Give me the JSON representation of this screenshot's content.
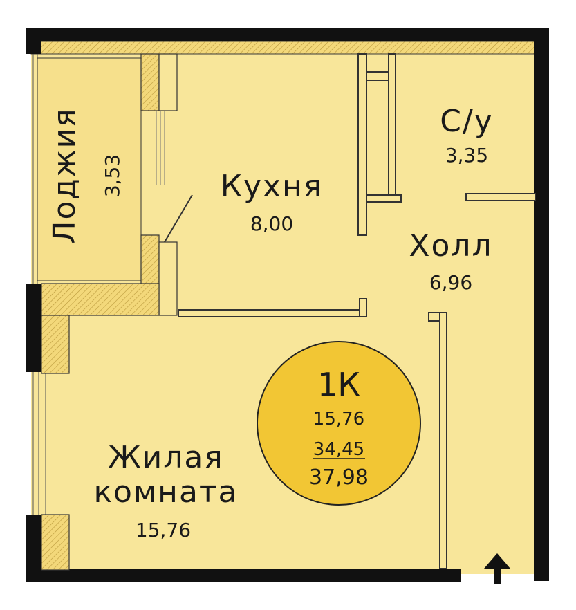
{
  "rooms": {
    "loggia": {
      "name": "Лоджия",
      "area": "3,53"
    },
    "kitchen": {
      "name": "Кухня",
      "area": "8,00"
    },
    "bathroom": {
      "name": "С/у",
      "area": "3,35"
    },
    "hall": {
      "name": "Холл",
      "area": "6,96"
    },
    "living": {
      "name_line1": "Жилая",
      "name_line2": "комната",
      "area": "15,76"
    }
  },
  "badge": {
    "type": "1К",
    "living_area": "15,76",
    "total_area": "34,45",
    "total_with_loggia": "37,98"
  },
  "colors": {
    "floor": "#f8e69a",
    "wall": "#111111",
    "hatch": "#e2c25a",
    "badge_fill": "#f2c634",
    "badge_stroke": "#222222"
  },
  "icons": {
    "entrance": "arrow-up-icon"
  }
}
